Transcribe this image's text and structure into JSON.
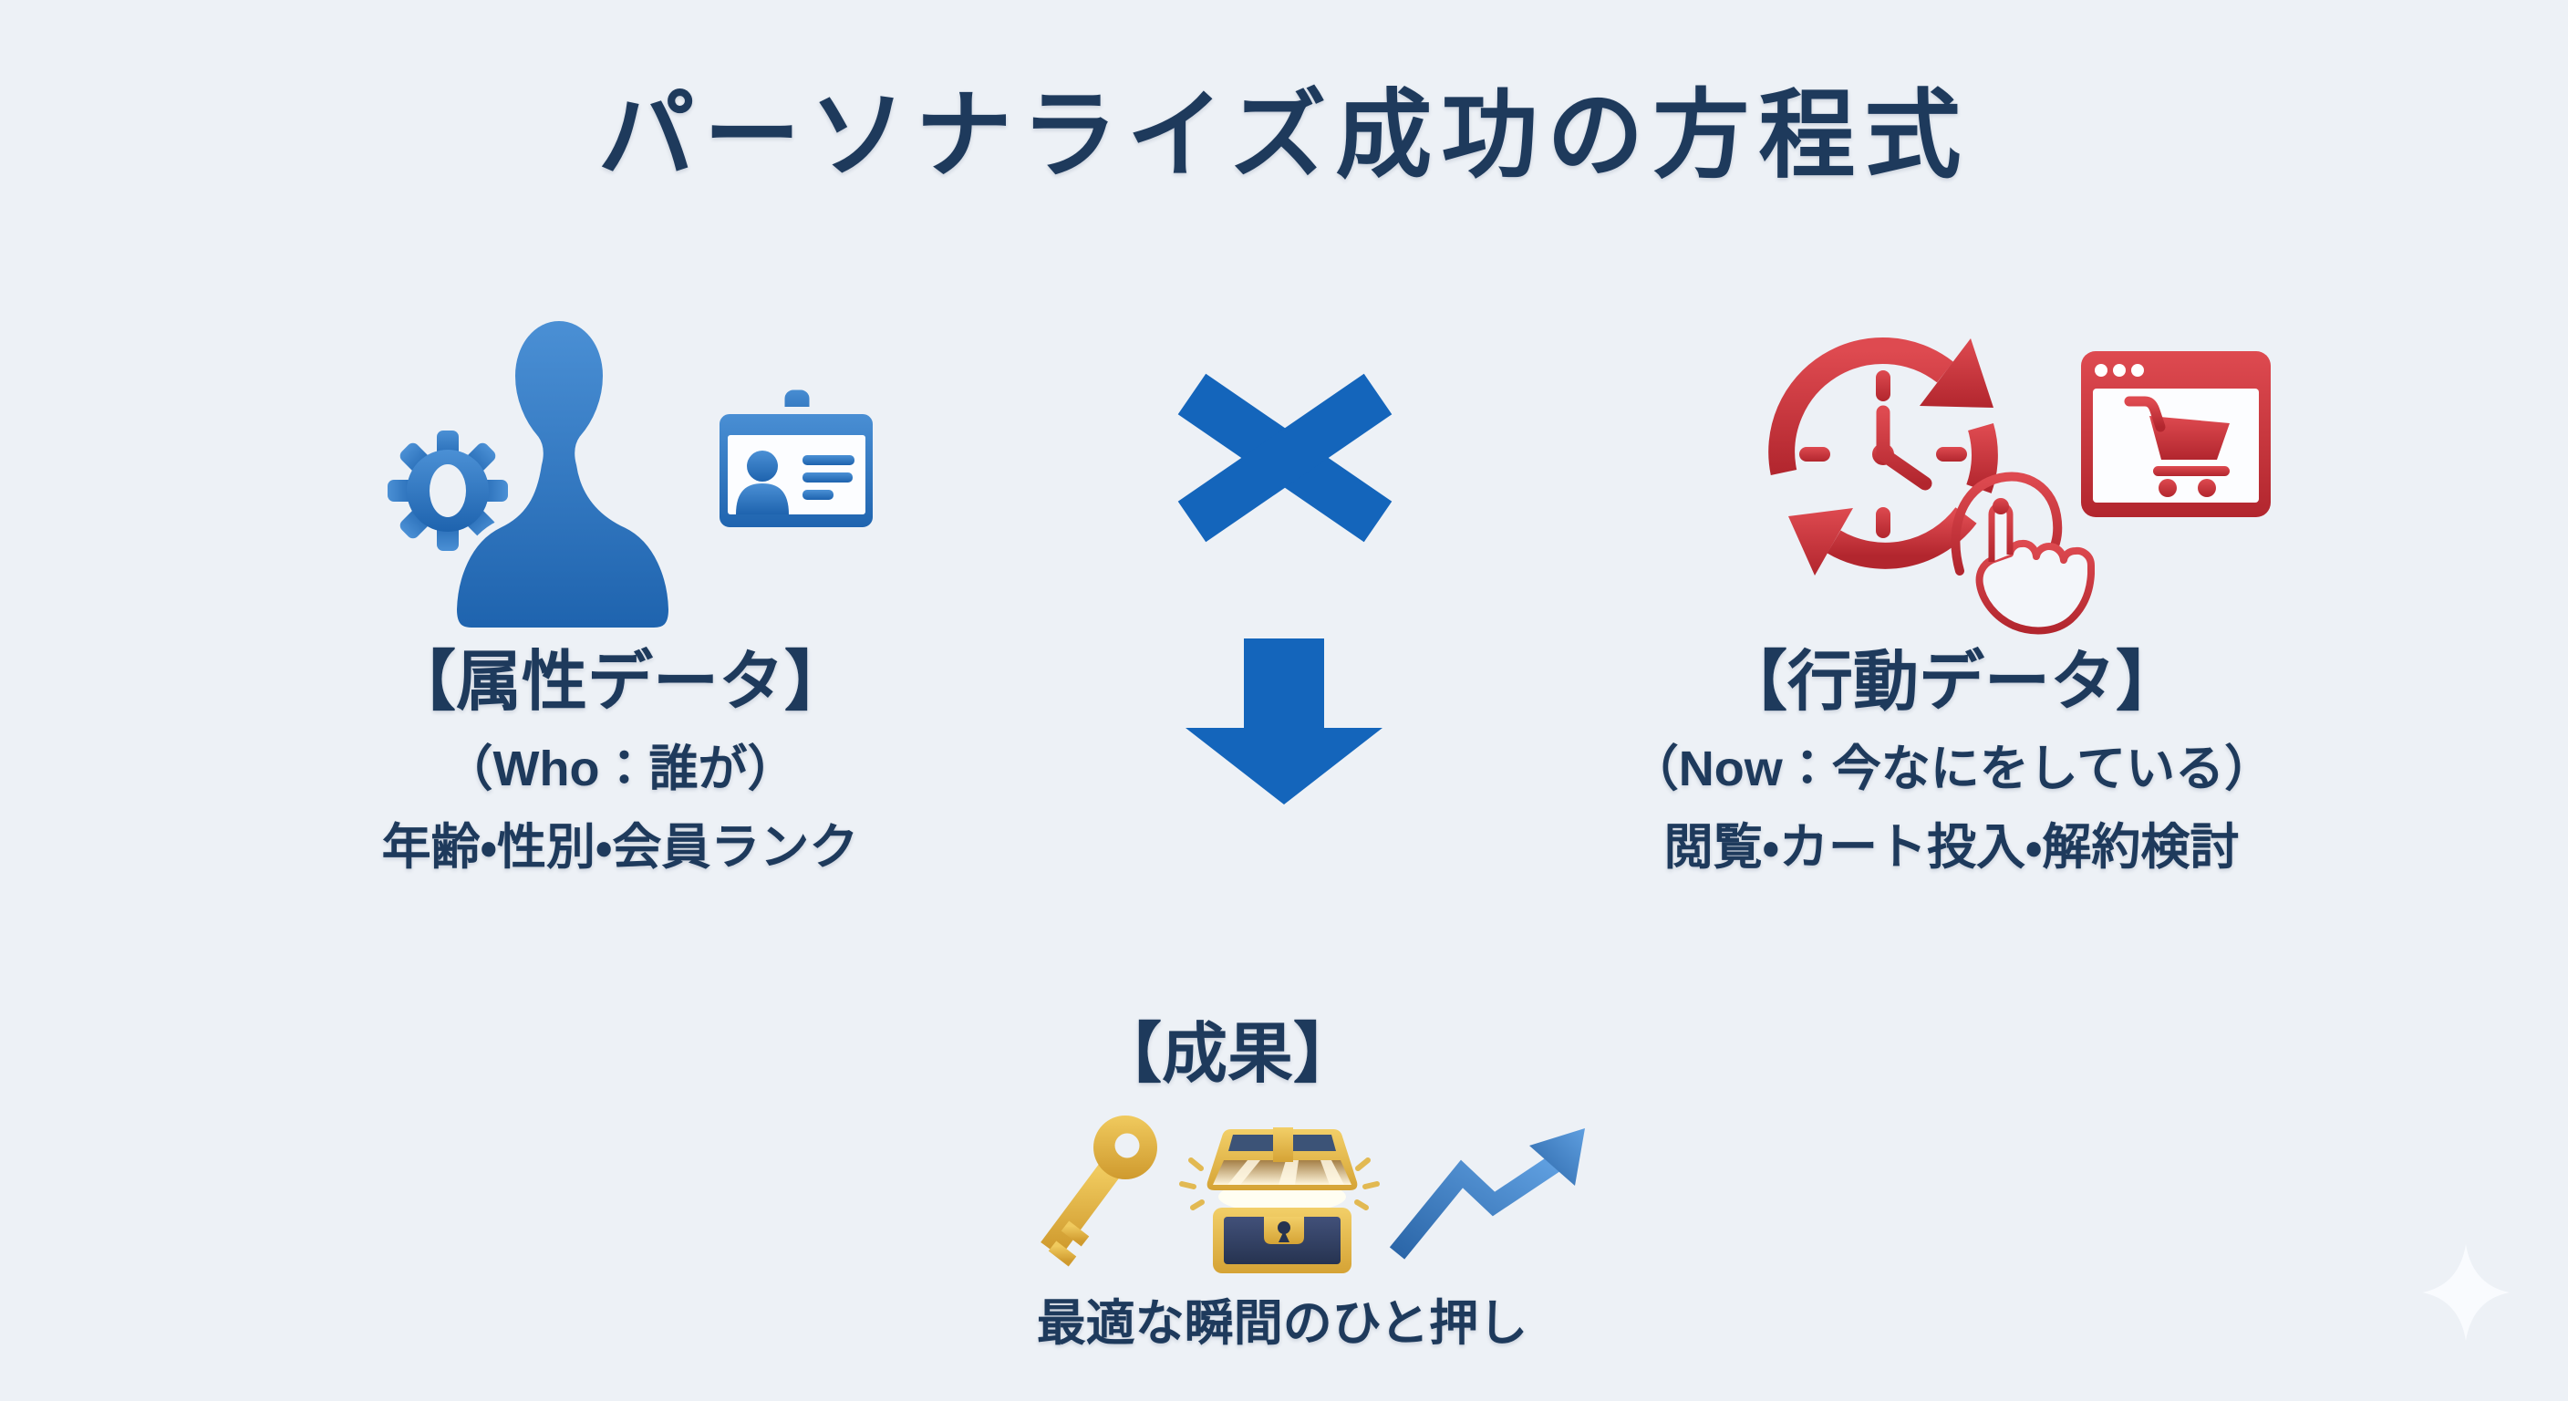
{
  "page": {
    "title": "パーソナライズ成功の方程式",
    "background_color": "#edf1f6",
    "text_color": "#1e3a5c"
  },
  "attribute_block": {
    "icon": "user-gear-idcard-icon",
    "accent_color": "#2d76c4",
    "heading": "【属性データ】",
    "subheading": "（Who：誰が）",
    "detail": "年齢・性別・会員ランク"
  },
  "operator": {
    "icon": "multiply-icon",
    "glyph": "×",
    "color": "#1465bb"
  },
  "behavior_block": {
    "icon": "clock-refresh-tap-cart-icon",
    "accent_color": "#c9373f",
    "heading": "【行動データ】",
    "subheading": "（Now：今なにをしている）",
    "detail": "閲覧・カート投入・解約検討"
  },
  "flow_arrow": {
    "icon": "down-arrow-icon",
    "color": "#1465bb"
  },
  "result_block": {
    "heading": "【成果】",
    "icons": [
      "key-icon",
      "treasure-chest-icon",
      "rising-arrow-icon"
    ],
    "caption": "最適な瞬間のひと押し",
    "key_color": "#dfae3c",
    "chest_color": "#2c3a58",
    "arrow_color": "#3b7cc0"
  },
  "decoration": {
    "icon": "sparkle-icon",
    "color": "#fafcff"
  }
}
